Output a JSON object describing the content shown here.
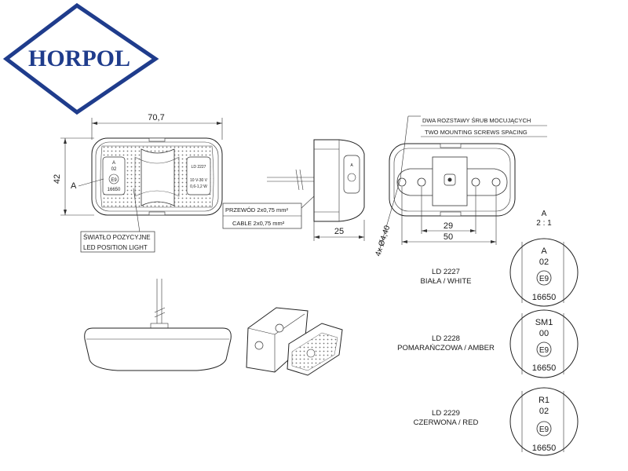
{
  "brand": {
    "logo_text": "HORPOL",
    "color": "#1f3c8c"
  },
  "front_view": {
    "width_dim": "70,7",
    "height_dim": "42",
    "marker_label": "A",
    "lens_marks_left": [
      "A",
      "02",
      "E9",
      "16650"
    ],
    "lens_marks_right": [
      "LD 2227",
      "10 V-30 V",
      "0,6-1,2 W"
    ],
    "note_pl": "ŚWIATŁO POZYCYJNE",
    "note_en": "LED POSITION LIGHT"
  },
  "side_view": {
    "depth_dim": "25",
    "cable_pl": "PRZEWÓD 2x0,75 mm²",
    "cable_en": "CABLE 2x0,75 mm²"
  },
  "rear_view": {
    "spacing_pl": "DWA ROZSTAWY ŚRUB MOCUJĄCYCH",
    "spacing_en": "TWO MOUNTING SCREWS SPACING",
    "dim_inner": "29",
    "dim_outer": "50",
    "hole_dim": "4x Ø4,40"
  },
  "detail_scale": {
    "label": "A",
    "ratio": "2 : 1"
  },
  "variants": [
    {
      "code": "LD 2227",
      "color_name": "BIAŁA / WHITE",
      "mark_line1": "A",
      "mark_line2": "02",
      "approval": "E9",
      "number": "16650"
    },
    {
      "code": "LD 2228",
      "color_name": "POMARAŃCZOWA / AMBER",
      "mark_line1": "SM1",
      "mark_line2": "00",
      "approval": "E9",
      "number": "16650"
    },
    {
      "code": "LD 2229",
      "color_name": "CZERWONA / RED",
      "mark_line1": "R1",
      "mark_line2": "02",
      "approval": "E9",
      "number": "16650"
    }
  ]
}
